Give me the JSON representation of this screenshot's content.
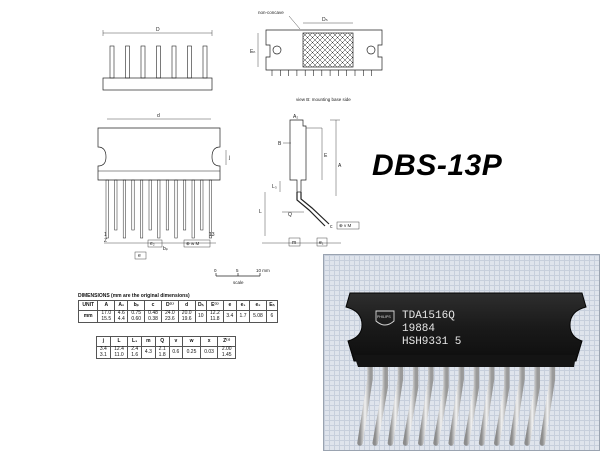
{
  "title": "DBS-13P",
  "drawings": {
    "top_view_label": "D",
    "mounting_view": {
      "caption": "view B: mounting base side",
      "non_concave_label": "non-concave",
      "dh_label": "Dₕ",
      "eh_label": "Eₕ"
    },
    "front_view": {
      "d_label": "d",
      "j_label": "j",
      "e_label": "e",
      "e2_label": "e₂",
      "bp_label": "bₚ",
      "z_label": "Z",
      "pin1_label": "1",
      "pin13_label": "13",
      "w_box": "⊕ w M"
    },
    "side_view": {
      "a2_label": "A₂",
      "b_label": "B",
      "e_label": "E",
      "a_label": "A",
      "l3_label": "L₃",
      "l_label": "L",
      "q_label": "Q",
      "c_label": "c",
      "v_box": "⊕ v M",
      "m_label": "m",
      "e1_label": "e₁"
    },
    "scale": {
      "ticks": [
        "0",
        "5",
        "10 mm"
      ],
      "label": "scale"
    }
  },
  "dimensions": {
    "title": "DIMENSIONS (mm are the original dimensions)",
    "table1": {
      "headers": [
        "UNIT",
        "A",
        "A₂",
        "bₚ",
        "c",
        "D⁽¹⁾",
        "d",
        "Dₕ",
        "E⁽¹⁾",
        "e",
        "e₁",
        "e₂",
        "Eₕ"
      ],
      "unit": "mm",
      "row1": [
        "17.0",
        "4.6",
        "0.75",
        "0.48",
        "24.0",
        "20.0",
        "10",
        "12.2",
        "3.4",
        "1.7",
        "5.08",
        "6"
      ],
      "row2": [
        "15.5",
        "4.4",
        "0.60",
        "0.38",
        "23.6",
        "19.6",
        "",
        "11.8",
        "",
        "",
        "",
        ""
      ]
    },
    "table2": {
      "headers": [
        "j",
        "L",
        "L₃",
        "m",
        "Q",
        "v",
        "w",
        "x",
        "Z⁽¹⁾"
      ],
      "row1": [
        "3.4",
        "12.4",
        "2.4",
        "4.3",
        "2.1",
        "0.6",
        "0.25",
        "0.03",
        "2.00"
      ],
      "row2": [
        "3.1",
        "11.0",
        "1.6",
        "",
        "1.8",
        "",
        "",
        "",
        "1.45"
      ]
    }
  },
  "photo": {
    "chip_lines": [
      "TDA1516Q",
      "19884",
      "HSH9331 5"
    ],
    "logo": "PHILIPS",
    "colors": {
      "paper": "#dfe4ec",
      "body": "#1c1c1c",
      "leads": "#c9c9c9"
    }
  }
}
